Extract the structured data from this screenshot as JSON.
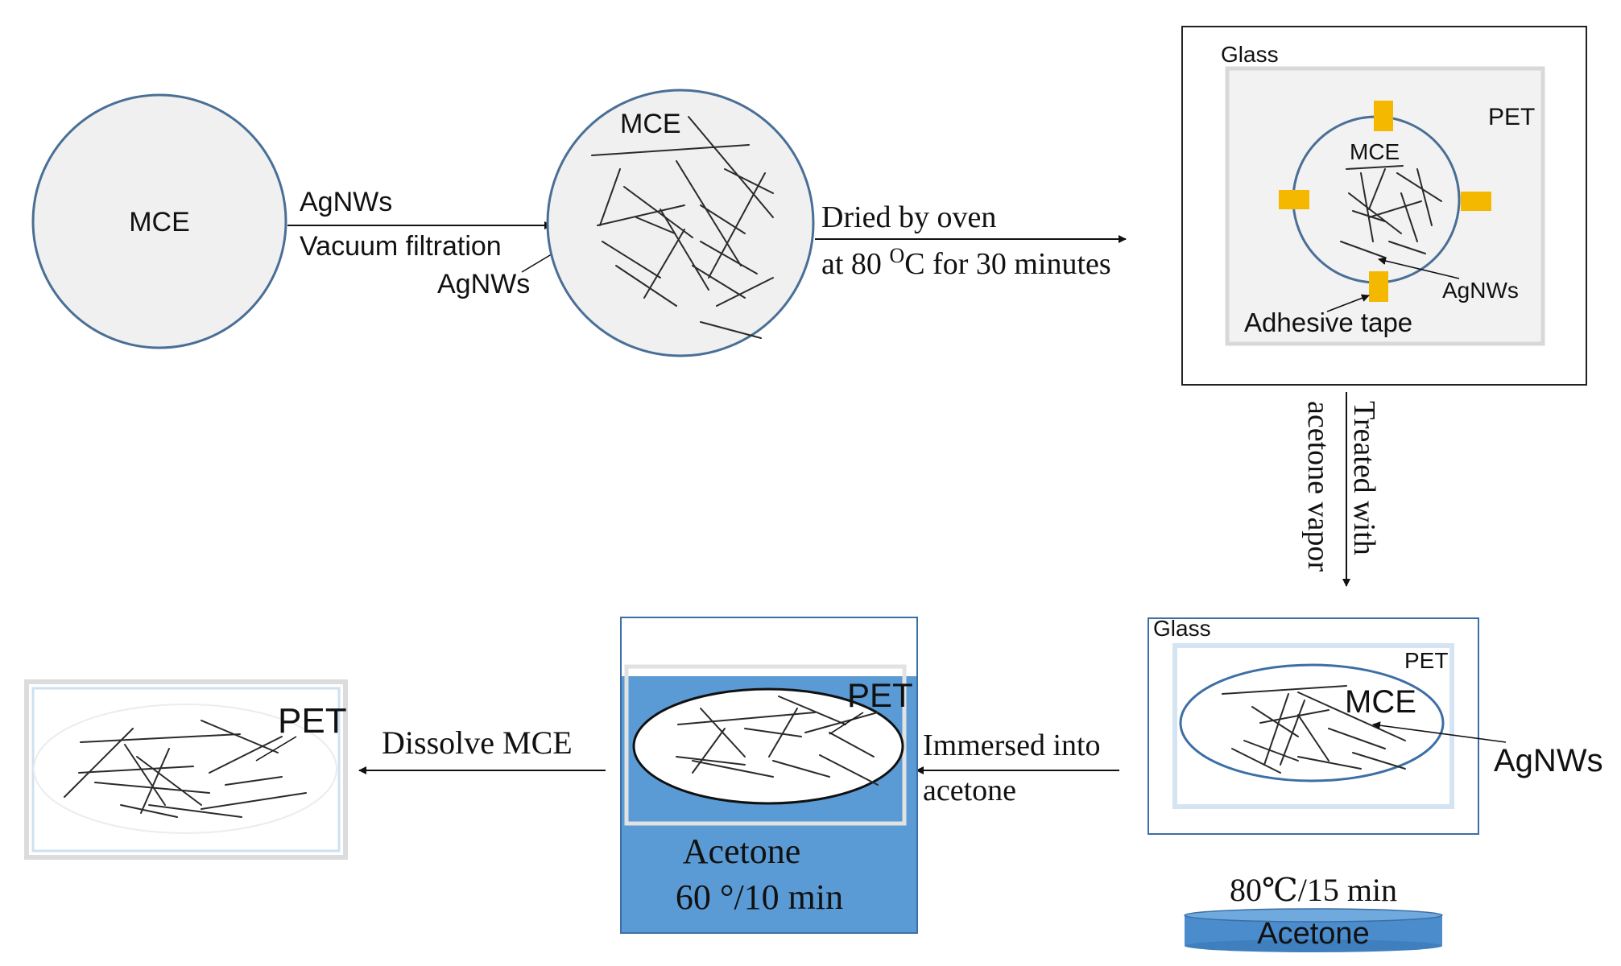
{
  "colors": {
    "filter_fill": "#f0f0f0",
    "filter_stroke": "#4a6f96",
    "tape": "#f5b800",
    "acetone_blue": "#5b9bd5",
    "acetone_dish": "#4a8ccc",
    "frame_stroke": "#3c6fa5"
  },
  "step1": {
    "mce_label": "MCE"
  },
  "arrow1": {
    "line1": "AgNWs",
    "line2": "Vacuum filtration",
    "pointer_label": "AgNWs"
  },
  "step2": {
    "mce_label": "MCE"
  },
  "arrow2": {
    "line1": "Dried by oven",
    "line2_prefix": "at 80 ",
    "line2_sup": "O",
    "line2_suffix": "C for 30 minutes"
  },
  "step3": {
    "glass_label": "Glass",
    "pet_label": "PET",
    "mce_label": "MCE",
    "agnws_label": "AgNWs",
    "tape_label": "Adhesive tape"
  },
  "arrow3": {
    "line1": "Treated with",
    "line2": "acetone vapor"
  },
  "step4": {
    "glass_label": "Glass",
    "pet_label": "PET",
    "mce_label": "MCE",
    "agnws_label": "AgNWs",
    "condition": "80℃/15 min",
    "dish_label": "Acetone"
  },
  "arrow4": {
    "line1": "Immersed into",
    "line2": "acetone"
  },
  "step5": {
    "pet_label": "PET",
    "bath_label": "Acetone",
    "bath_condition": "60 °/10 min"
  },
  "arrow5": {
    "label": "Dissolve MCE"
  },
  "step6": {
    "pet_label": "PET"
  }
}
